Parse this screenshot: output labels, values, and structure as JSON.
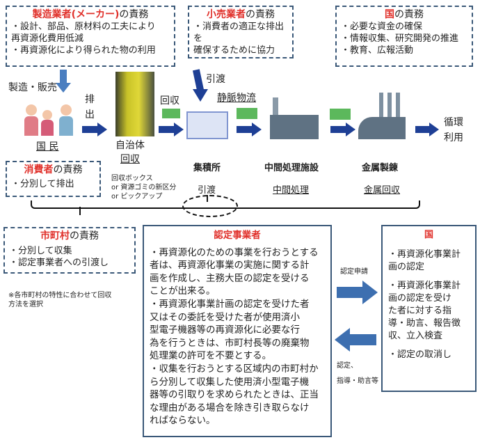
{
  "manufacturer": {
    "title_red": "製造業者(メーカー)",
    "title_rest": "の責務",
    "lines": [
      "・設計、部品、原材料の工夫により",
      "再資源化費用低減",
      "・再資源化により得られた物の利用"
    ]
  },
  "retailer": {
    "title_red": "小売業者",
    "title_rest": "の責務",
    "lines": [
      "・消費者の適正な排出を",
      "確保するために協力"
    ]
  },
  "country_top": {
    "title_red": "国",
    "title_rest": "の責務",
    "lines": [
      "・必要な資金の確保",
      "・情報収集、研究開発の推進",
      "・教育、広報活動"
    ]
  },
  "flow": {
    "manufacture_sale": "製造・販売",
    "discharge": "排出",
    "collect": "回収",
    "handover_top": "引渡",
    "venous_logistics": "静脈物流",
    "citizens": "国 民",
    "municipality_collect_1": "自治体",
    "municipality_collect_2": "回収",
    "collection_point": "集積所",
    "intermediate_facility": "中間処理施設",
    "metal_smelting": "金属製錬",
    "circular_1": "循環",
    "circular_2": "利用",
    "methods": [
      "回収ボックス",
      "or 資源ゴミの新区分",
      "or  ピックアップ"
    ],
    "handover": "引渡",
    "intermediate_processing": "中間処理",
    "metal_recovery": "金属回収"
  },
  "consumer": {
    "title_red": "消費者",
    "title_rest": "の責務",
    "lines": [
      "・分別して排出"
    ]
  },
  "municipality": {
    "title_red": "市町村",
    "title_rest": "の責務",
    "lines": [
      "・分別して収集",
      "・認定事業者への引渡し"
    ],
    "note": [
      "※各市町村の特性に合わせて回収",
      "方法を選択"
    ]
  },
  "certified": {
    "title": "認定事業者",
    "lines": [
      "・再資源化のための事業を行おうとする",
      "者は、再資源化事業の実施に関する計",
      "画を作成し、主務大臣の認定を受ける",
      "ことが出来る。",
      "・再資源化事業計画の認定を受けた者",
      "又はその委託を受けた者が使用済小",
      "型電子機器等の再資源化に必要な行",
      "為を行うときは、市町村長等の廃棄物",
      "処理業の許可を不要とする。",
      "・収集を行おうとする区域内の市町村か",
      "ら分別して収集した使用済小型電子機",
      "器等の引取りを求められたときは、正当",
      "な理由がある場合を除き引き取らなけ",
      "ればならない。"
    ]
  },
  "arrows": {
    "apply": "認定申請",
    "certify_1": "認定、",
    "certify_2": "指導・助言等"
  },
  "country_right": {
    "title": "国",
    "lines": [
      "・再資源化事業計",
      "画の認定",
      "",
      "・再資源化事業計",
      "画の認定を受け",
      "た者に対する指",
      "導・助言、報告徴",
      "収、立入検査",
      "",
      "・認定の取消し"
    ]
  }
}
